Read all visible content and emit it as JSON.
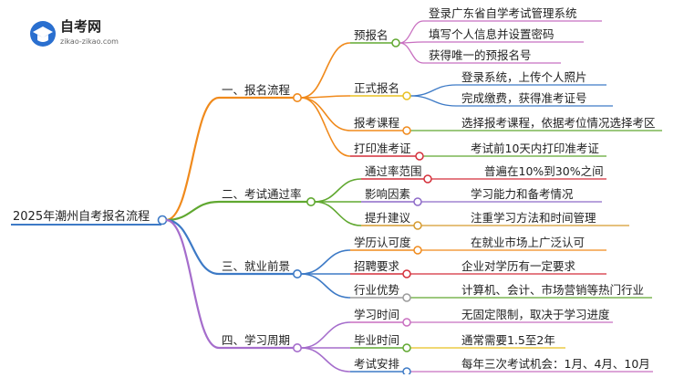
{
  "logo": {
    "title": "自考网",
    "subtitle": "zikao-zikao.com"
  },
  "mindmap": {
    "root": {
      "label": "2025年潮州自考报名流程",
      "color": "#3d7ac6"
    },
    "branches": [
      {
        "label": "一、报名流程",
        "color": "#f08a1c",
        "children": [
          {
            "label": "预报名",
            "color": "#60a830",
            "leaves": [
              {
                "label": "登录广东省自学考试管理系统",
                "color": "#c86fc0"
              },
              {
                "label": "填写个人信息并设置密码",
                "color": "#c86fc0"
              },
              {
                "label": "获得唯一的预报名号",
                "color": "#c86fc0"
              }
            ]
          },
          {
            "label": "正式报名",
            "color": "#e8c020",
            "leaves": [
              {
                "label": "登录系统，上传个人照片",
                "color": "#3d7ac6"
              },
              {
                "label": "完成缴费，获得准考证号",
                "color": "#3d7ac6"
              }
            ]
          },
          {
            "label": "报考课程",
            "color": "#f08a1c",
            "leaves": [
              {
                "label": "选择报考课程，依据考位情况选择考区",
                "color": "#60a830"
              }
            ]
          },
          {
            "label": "打印准考证",
            "color": "#d42f3a",
            "leaves": [
              {
                "label": "考试前10天内打印准考证",
                "color": "#60a830"
              }
            ]
          }
        ]
      },
      {
        "label": "二、考试通过率",
        "color": "#60a830",
        "children": [
          {
            "label": "通过率范围",
            "color": "#d42f3a",
            "leaves": [
              {
                "label": "普遍在10%到30%之间",
                "color": "#d42f3a"
              }
            ]
          },
          {
            "label": "影响因素",
            "color": "#8e6ac8",
            "leaves": [
              {
                "label": "学习能力和备考情况",
                "color": "#8e6ac8"
              }
            ]
          },
          {
            "label": "提升建议",
            "color": "#d59a2f",
            "leaves": [
              {
                "label": "注重学习方法和时间管理",
                "color": "#d59a2f"
              }
            ]
          }
        ]
      },
      {
        "label": "三、就业前景",
        "color": "#3d7ac6",
        "children": [
          {
            "label": "学历认可度",
            "color": "#f08a1c",
            "leaves": [
              {
                "label": "在就业市场上广泛认可",
                "color": "#f08a1c"
              }
            ]
          },
          {
            "label": "招聘要求",
            "color": "#d42f3a",
            "leaves": [
              {
                "label": "企业对学历有一定要求",
                "color": "#d42f3a"
              }
            ]
          },
          {
            "label": "行业优势",
            "color": "#9b9b9b",
            "leaves": [
              {
                "label": "计算机、会计、市场营销等热门行业",
                "color": "#60a830"
              }
            ]
          }
        ]
      },
      {
        "label": "四、学习周期",
        "color": "#a56dcc",
        "children": [
          {
            "label": "学习时间",
            "color": "#c86fc0",
            "leaves": [
              {
                "label": "无固定限制，取决于学习进度",
                "color": "#c86fc0"
              }
            ]
          },
          {
            "label": "毕业时间",
            "color": "#60a830",
            "leaves": [
              {
                "label": "通常需要1.5至2年",
                "color": "#e8c020"
              }
            ]
          },
          {
            "label": "考试安排",
            "color": "#3d7ac6",
            "leaves": [
              {
                "label": "每年三次考试机会：1月、4月、10月",
                "color": "#c86fc0"
              }
            ]
          }
        ]
      }
    ]
  }
}
